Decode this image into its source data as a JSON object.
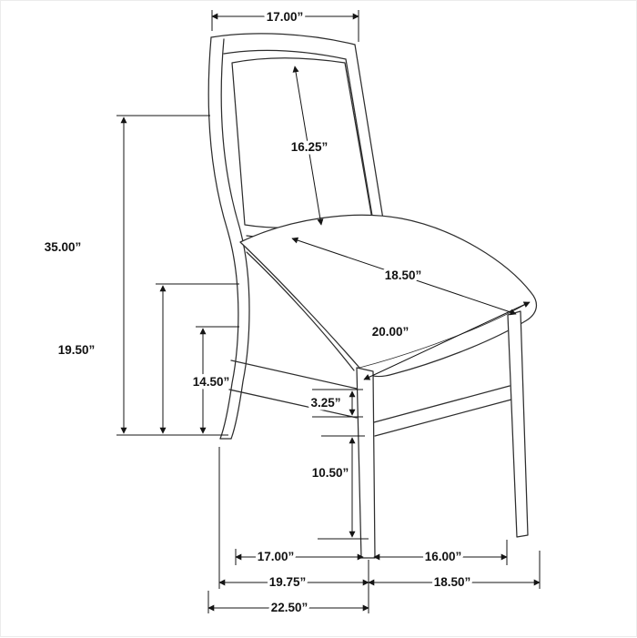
{
  "dimensions": {
    "back_top_width": "17.00”",
    "back_panel_diagonal": "16.25”",
    "overall_height": "35.00”",
    "back_height": "19.50”",
    "seat_height": "14.50”",
    "seat_depth": "18.50”",
    "seat_width": "20.00”",
    "stretcher_thickness": "3.25”",
    "stretcher_floor_clearance": "10.50”",
    "leg_spacing_side": "17.00”",
    "leg_spacing_front": "16.00”",
    "base_depth": "19.75”",
    "base_width": "18.50”",
    "overall_depth": "22.50”"
  },
  "style": {
    "line_color": "#2e2e2e",
    "dimension_color": "#151515",
    "cane_mesh_color": "#9a9a9a",
    "background": "#ffffff"
  }
}
